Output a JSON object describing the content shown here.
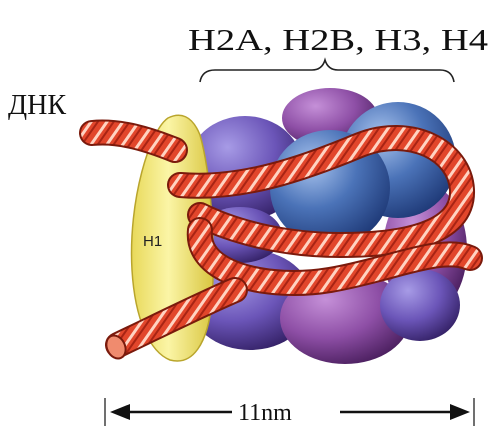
{
  "labels": {
    "histones": "H2A, H2B, H3, H4",
    "dna": "ДНК",
    "linker_histone": "H1",
    "dimension": "11nm"
  },
  "colors": {
    "dna_rope": "#e2462b",
    "dna_stripe": "#ffd3c2",
    "h1": "#f3ea7c",
    "histone_purple": "#6b55b8",
    "histone_magenta": "#8e4fa6",
    "histone_blue": "#4b73b8"
  }
}
